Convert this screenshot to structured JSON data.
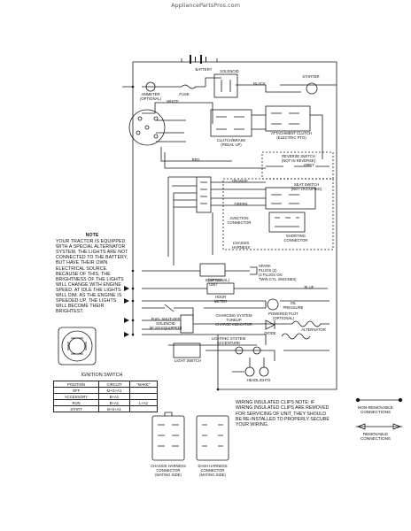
{
  "watermark": "AppliancePartsPros.com",
  "labels": {
    "battery": "BATTERY",
    "solenoid": "SOLENOID",
    "starter": "STARTER",
    "ammeter": "AMMETER\n(OPTIONAL)",
    "fuse": "FUSE",
    "attachment_clutch": "ATTACHMENT CLUTCH\n(ELECTRIC PTO)",
    "clutch_brake": "CLUTCH/BRAKE\n(PEDAL UP)",
    "reverse_switch": "REVERSE SWITCH\n(NOT IN REVERSE)",
    "seat_switch": "SEAT SWITCH\n(NOT OCCUPIED)",
    "junction_connector": "JUNCTION\nCONNECTOR",
    "shorting_connector": "SHORTING\nCONNECTOR",
    "chassis_harness": "CHASSIS\nHARNESS",
    "ignition_unit": "IGNITION\nUNIT",
    "spark_plug": "SPARK\nPLUGS (2)\n(2 PLUGS ON\nTWIN CYL. ENGINES)",
    "hour_meter": "HOUR\nMETER",
    "optional": "(OPTIONAL)",
    "oil_pressure": "OIL\nPRESSURE",
    "powered_plot": "POWERED PLOT\n(OPTIONAL)",
    "fuel_shutoff": "FUEL SHUT-OFF\nSOLENOID\n(IF SO EQUIPPED)",
    "charging_system": "CHARGING SYSTEM\nTUNEUP\nCHARGE INDICATOR",
    "diode": "DIODE",
    "alternator": "ALTERNATOR",
    "lighting_system": "LIGHTING SYSTEM\nACCENTURE",
    "light_switch": "LIGHT SWITCH",
    "headlights": "HEADLIGHTS"
  },
  "wire_colors": {
    "black": "BLACK",
    "white": "WHITE",
    "red": "RED",
    "grey": "GREY",
    "orange": "ORANGE",
    "green": "GREEN",
    "blue": "BLUE"
  },
  "note": {
    "title": "NOTE",
    "body": "YOUR TRACTOR IS EQUIPPED WITH A SPECIAL ALTERNATOR SYSTEM. THE LIGHTS ARE NOT CONNECTED TO THE BATTERY, BUT HAVE THEIR OWN ELECTRICAL SOURCE. BECAUSE OF THIS, THE BRIGHTNESS OF THE LIGHTS WILL CHANGE WITH ENGINE SPEED. AT IDLE THE LIGHTS WILL DIM. AS THE ENGINE IS SPEEDED UP, THE LIGHTS WILL BECOME THEIR BRIGHTEST."
  },
  "ignition": {
    "title": "IGNITION SWITCH",
    "headers": [
      "POSITION",
      "CIRCUIT",
      "\"MAKE\""
    ],
    "rows": [
      [
        "OFF",
        "M+G+A1",
        ""
      ],
      [
        "ACCESSORY",
        "B+A1",
        ""
      ],
      [
        "RUN",
        "B+A1",
        "L+A2"
      ],
      [
        "START",
        "B+S+A1",
        ""
      ]
    ]
  },
  "connectors": {
    "chassis": "CHASSIS HARNESS\nCONNECTOR\n(MATING SIDE)",
    "dash": "DASH HARNESS\nCONNECTOR\n(MATING SIDE)"
  },
  "warning": "WIRING INSULATED CLIPS NOTE: IF WIRING INSULATED CLIPS ARE REMOVED FOR SERVICING OF UNIT, THEY SHOULD BE RE-INSTALLED TO PROPERLY SECURE YOUR WIRING.",
  "legend": {
    "non_removable": "NON-REMOVABLE\nCONNECTIONS",
    "removable": "REMOVABLE\nCONNECTIONS"
  },
  "colors": {
    "line": "#1a1a1a",
    "background": "#ffffff"
  }
}
